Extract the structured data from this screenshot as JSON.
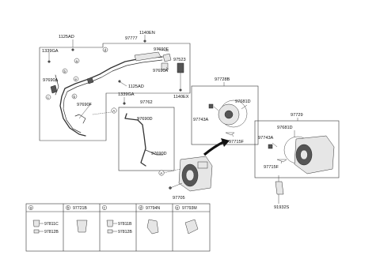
{
  "part_labels": {
    "p1140EN": "1140EN",
    "p1125AD_top": "1125AD",
    "p97777": "97777",
    "p1339GA_left": "1339GA",
    "p97690E": "97690E",
    "p97523": "97523",
    "p97690A_left": "97690A",
    "p97690A_right": "97690A",
    "p1125AD_mid": "1125AD",
    "p1140EX": "1140EX",
    "p1339GA_mid": "1339GA",
    "p97762": "97762",
    "p97690F": "97690F",
    "p97690D_top": "97690D",
    "p97690D_bot": "97690D",
    "p97705": "97705",
    "p97728B": "97728B",
    "p97681D_top": "97681D",
    "p97743A_top": "97743A",
    "p97715F_top": "97715F",
    "p97729": "97729",
    "p97681D_bot": "97681D",
    "p97743A_bot": "97743A",
    "p97715F_bot": "97715F",
    "p91932S": "91932S"
  },
  "callouts": {
    "a": "a",
    "b": "b",
    "c": "c",
    "d": "d",
    "e": "e",
    "A": "A"
  },
  "legend": {
    "cells": [
      {
        "letter": "a",
        "code": "",
        "parts": [
          "97811C",
          "97812B"
        ]
      },
      {
        "letter": "b",
        "code": "97721B",
        "parts": []
      },
      {
        "letter": "c",
        "code": "",
        "parts": [
          "97811B",
          "97812B"
        ]
      },
      {
        "letter": "d",
        "code": "97794N",
        "parts": []
      },
      {
        "letter": "e",
        "code": "97793M",
        "parts": []
      }
    ]
  }
}
